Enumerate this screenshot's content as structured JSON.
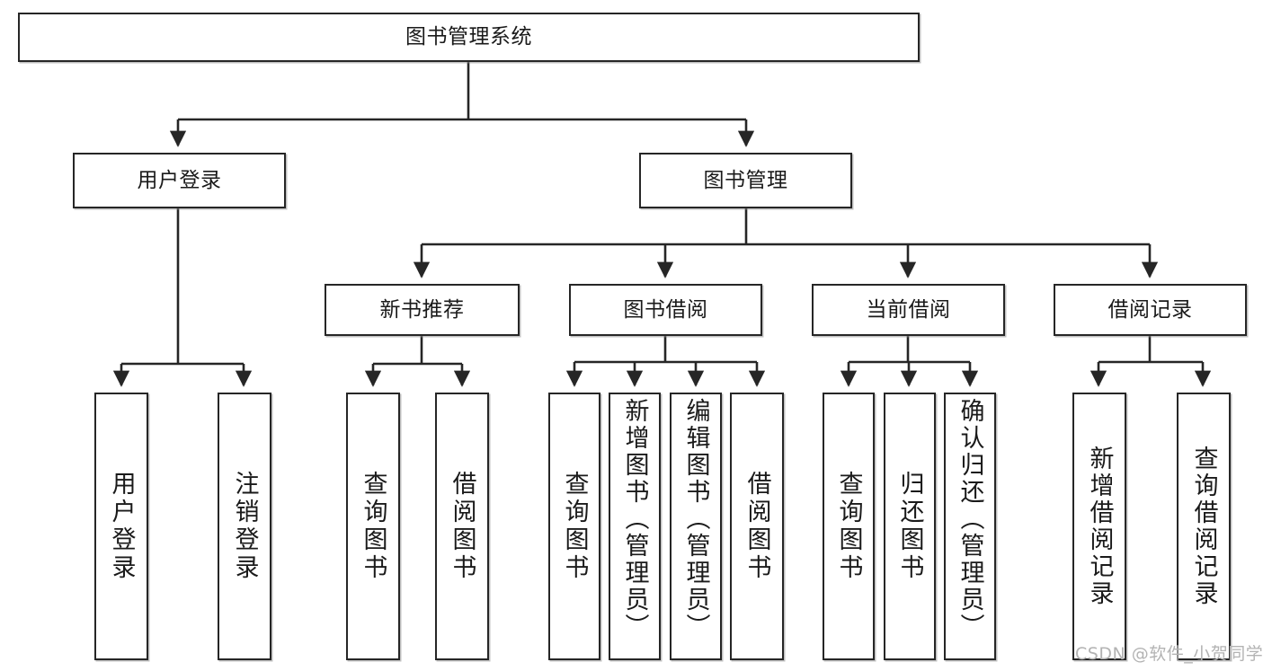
{
  "diagram": {
    "title_node": {
      "label": "图书管理系统"
    },
    "level2": [
      {
        "id": "user-login",
        "label": "用户登录"
      },
      {
        "id": "book-manage",
        "label": "图书管理"
      }
    ],
    "level3": [
      {
        "id": "new-book-recommend",
        "label": "新书推荐"
      },
      {
        "id": "book-borrow",
        "label": "图书借阅"
      },
      {
        "id": "current-borrow",
        "label": "当前借阅"
      },
      {
        "id": "borrow-record",
        "label": "借阅记录"
      }
    ],
    "leaves": {
      "user_login": [
        {
          "id": "leaf-user-login",
          "label": "用户登录"
        },
        {
          "id": "leaf-logout-login",
          "label": "注销登录"
        }
      ],
      "new_book_recommend": [
        {
          "id": "leaf-query-book-1",
          "label": "查询图书"
        },
        {
          "id": "leaf-borrow-book-1",
          "label": "借阅图书"
        }
      ],
      "book_borrow": [
        {
          "id": "leaf-query-book-2",
          "label": "查询图书"
        },
        {
          "id": "leaf-add-book",
          "label": "新增图书（管理员）"
        },
        {
          "id": "leaf-edit-book",
          "label": "编辑图书（管理员）"
        },
        {
          "id": "leaf-borrow-book-2",
          "label": "借阅图书"
        }
      ],
      "current_borrow": [
        {
          "id": "leaf-query-book-3",
          "label": "查询图书"
        },
        {
          "id": "leaf-return-book",
          "label": "归还图书"
        },
        {
          "id": "leaf-confirm-return",
          "label": "确认归还（管理员）"
        }
      ],
      "borrow_record": [
        {
          "id": "leaf-add-record",
          "label": "新增借阅记录"
        },
        {
          "id": "leaf-query-record",
          "label": "查询借阅记录"
        }
      ]
    }
  },
  "watermark": {
    "text": "CSDN @软件_小贺同学"
  },
  "colors": {
    "stroke": "#262626",
    "background": "#ffffff",
    "text": "#1a1a1a",
    "watermark": "#b3b3b3"
  }
}
